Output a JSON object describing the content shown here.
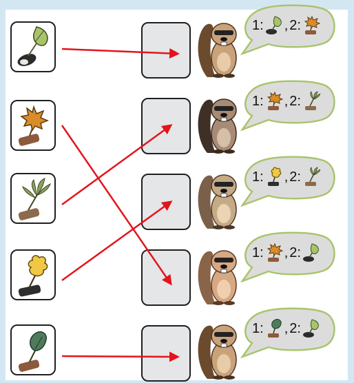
{
  "colors": {
    "frame": "#d3e7f3",
    "arrow": "#e3141b",
    "slot": "#e4e6e8",
    "bubble_fill": "#dcdcdc",
    "bubble_border": "#a9c46c"
  },
  "left_cards": [
    {
      "icon": "birch-leaf-icon"
    },
    {
      "icon": "maple-leaf-icon"
    },
    {
      "icon": "willow-leaf-icon"
    },
    {
      "icon": "oak-leaf-icon"
    },
    {
      "icon": "linden-leaf-icon"
    }
  ],
  "beavers": [
    {
      "icon": "beaver-icon"
    },
    {
      "icon": "beaver-icon"
    },
    {
      "icon": "beaver-icon"
    },
    {
      "icon": "beaver-icon"
    },
    {
      "icon": "beaver-icon"
    }
  ],
  "bubbles": [
    {
      "label1": "1:",
      "icon1": "birch-leaf-icon",
      "sep": ",",
      "label2": "2:",
      "icon2": "maple-leaf-icon"
    },
    {
      "label1": "1:",
      "icon1": "maple-leaf-icon",
      "sep": ",",
      "label2": "2:",
      "icon2": "willow-leaf-icon"
    },
    {
      "label1": "1:",
      "icon1": "oak-leaf-icon",
      "sep": ",",
      "label2": "2:",
      "icon2": "willow-leaf-icon"
    },
    {
      "label1": "1:",
      "icon1": "maple-leaf-icon",
      "sep": ",",
      "label2": "2:",
      "icon2": "birch-leaf-icon"
    },
    {
      "label1": "1:",
      "icon1": "linden-leaf-icon",
      "sep": ",",
      "label2": "2:",
      "icon2": "birch-leaf-icon"
    }
  ],
  "connections": [
    {
      "from_card": 1,
      "to_slot": 1
    },
    {
      "from_card": 2,
      "to_slot": 4
    },
    {
      "from_card": 3,
      "to_slot": 2
    },
    {
      "from_card": 4,
      "to_slot": 3
    },
    {
      "from_card": 5,
      "to_slot": 5
    }
  ]
}
